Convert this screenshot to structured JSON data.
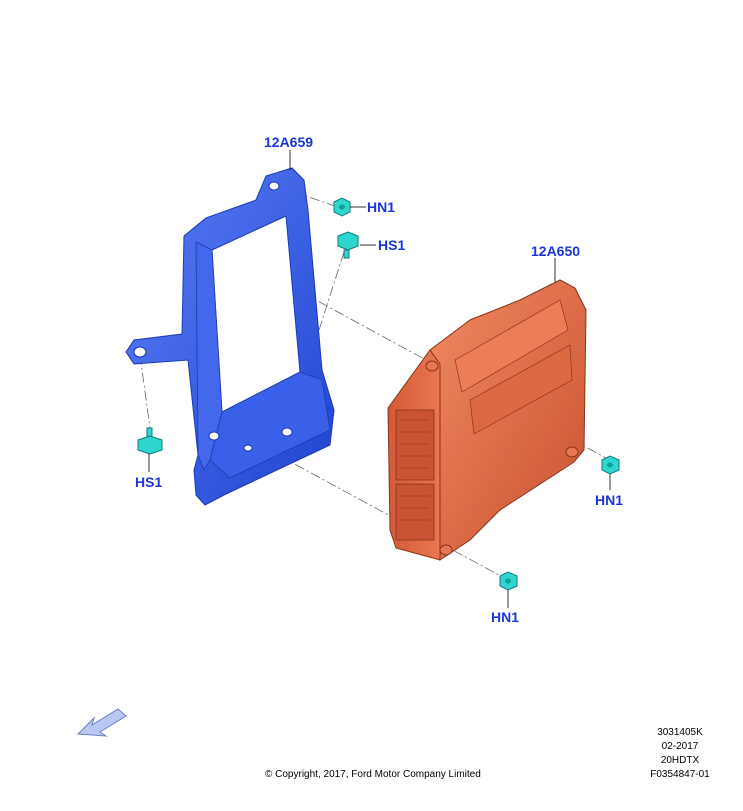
{
  "callouts": {
    "bracket_part": "12A659",
    "module_part": "12A650",
    "hn1_top": "HN1",
    "hs1_top": "HS1",
    "hs1_left": "HS1",
    "hn1_right": "HN1",
    "hn1_bottom": "HN1"
  },
  "footer": {
    "ref_code": "3031405K",
    "date": "02-2017",
    "model": "20HDTX",
    "figure_id": "F0354847-01",
    "copyright": "© Copyright, 2017, Ford Motor Company Limited"
  },
  "colors": {
    "label": "#1a35d6",
    "bracket": "#2f57e6",
    "module": "#e06a45",
    "fastener": "#2fd6cf"
  }
}
